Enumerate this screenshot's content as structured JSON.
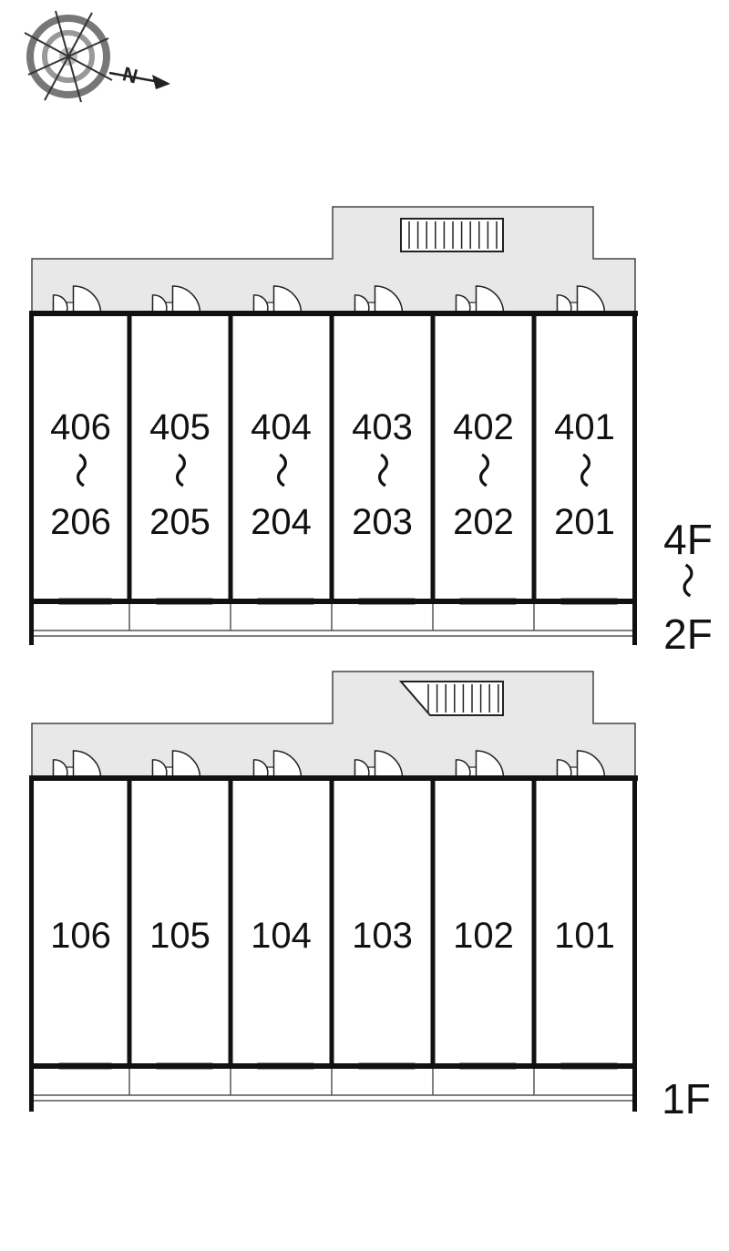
{
  "compass": {
    "north_letter": "N",
    "icon": "compass-rose-icon"
  },
  "tilde": "～",
  "upper_block": {
    "floor_top": "4F",
    "floor_bottom": "2F",
    "units": [
      {
        "top": "406",
        "bottom": "206"
      },
      {
        "top": "405",
        "bottom": "205"
      },
      {
        "top": "404",
        "bottom": "204"
      },
      {
        "top": "403",
        "bottom": "203"
      },
      {
        "top": "402",
        "bottom": "202"
      },
      {
        "top": "401",
        "bottom": "201"
      }
    ]
  },
  "lower_block": {
    "floor": "1F",
    "units": [
      {
        "label": "106"
      },
      {
        "label": "105"
      },
      {
        "label": "104"
      },
      {
        "label": "103"
      },
      {
        "label": "102"
      },
      {
        "label": "101"
      }
    ]
  },
  "colors": {
    "corridor": "#e8e8e8",
    "wall": "#111111",
    "line": "#555555"
  }
}
